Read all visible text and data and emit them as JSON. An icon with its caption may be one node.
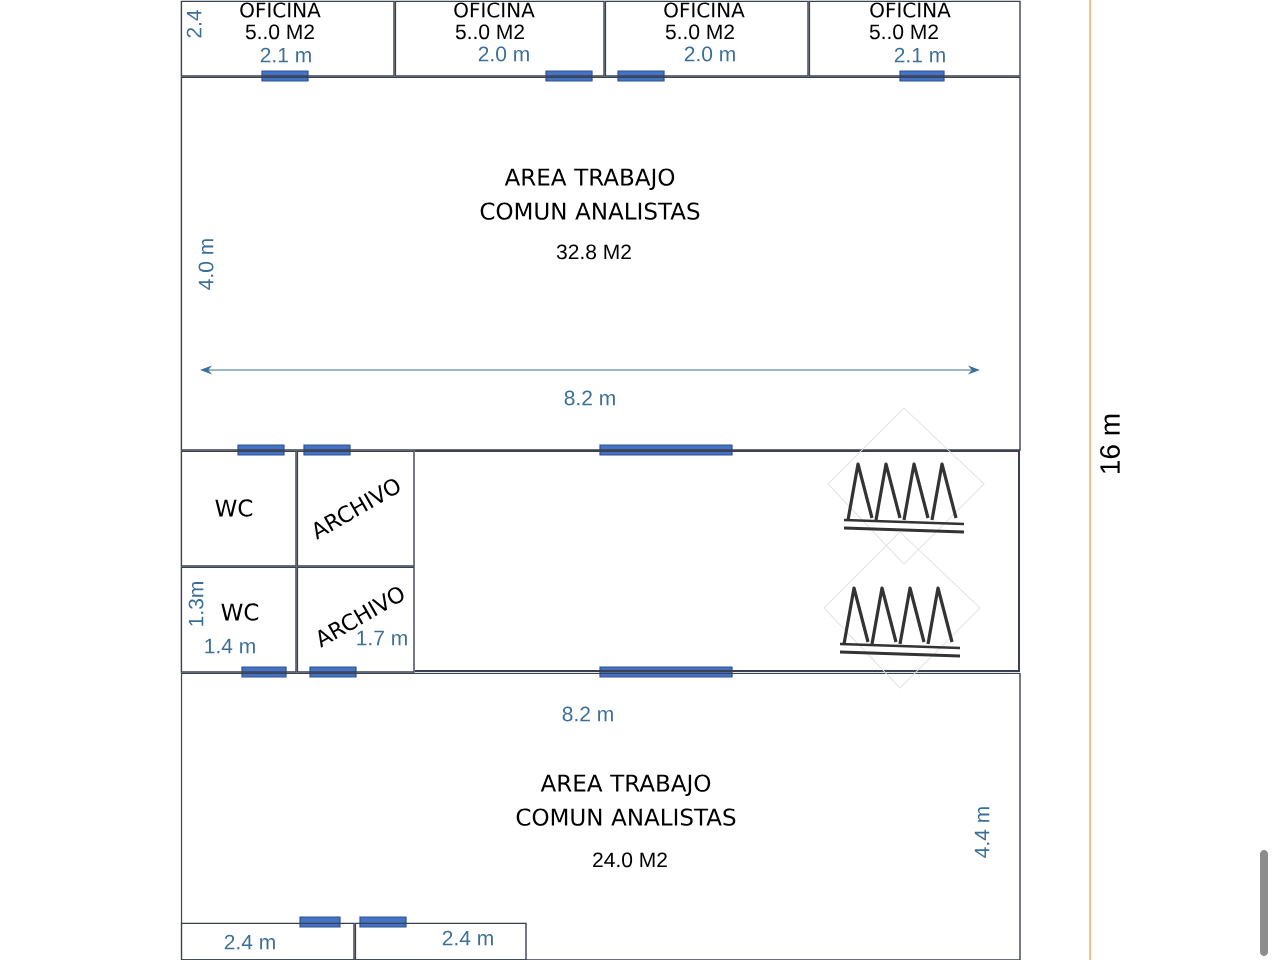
{
  "diagram": {
    "nodes": [
      {
        "text": [
          "OFICINA",
          "5..0 M2"
        ]
      },
      {
        "text": [
          "OFICINA",
          "5..0 M2"
        ]
      },
      {
        "text": [
          "OFICINA",
          "5..0 M2"
        ]
      },
      {
        "text": [
          "OFICINA",
          "5..0 M2"
        ]
      },
      {
        "text": [
          "AREA TRABAJO COMUN ANALISTAS",
          "32.8 M2"
        ]
      },
      {
        "text": [
          "WC"
        ]
      },
      {
        "text": [
          "ARCHIVO"
        ]
      },
      {
        "text": [
          "WC"
        ]
      },
      {
        "text": [
          "ARCHIVO"
        ]
      },
      {
        "text": [
          "AREA TRABAJO COMUN ANALISTAS",
          "24.0 M2"
        ]
      },
      {
        "text": [],
        "shape": "box",
        "in": 9
      },
      {
        "text": [],
        "shape": "box",
        "in": 9
      }
    ],
    "edges": [],
    "labels": [
      "2.4",
      "2.1 m",
      "2.0 m",
      "2.0 m",
      "2.1 m",
      "4.0 m",
      "8.2 m",
      "16 m",
      "1.3m",
      "1.4 m",
      "1.7 m",
      "8.2 m",
      "4.4 m",
      "2.4 m",
      "2.4 m"
    ]
  }
}
